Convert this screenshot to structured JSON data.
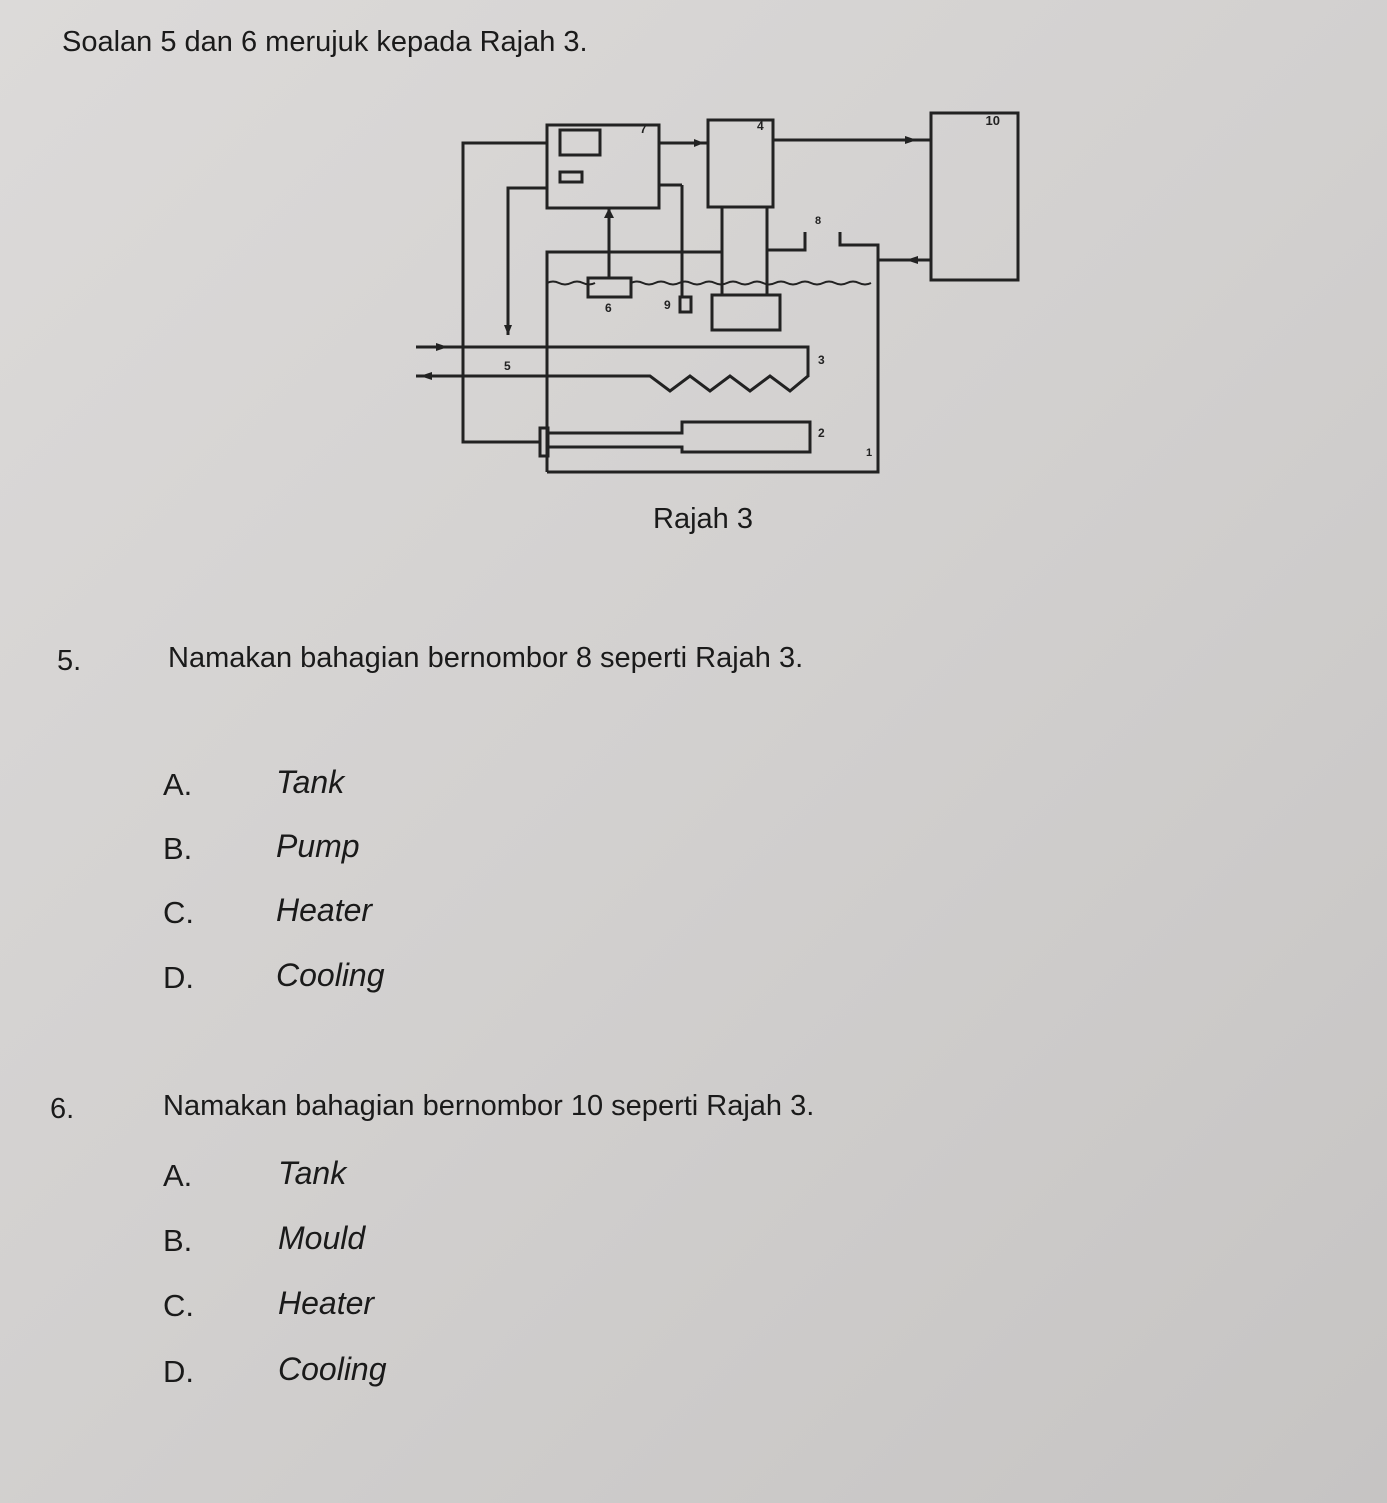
{
  "intro": "Soalan 5 dan 6 merujuk kepada Rajah 3.",
  "diagram": {
    "caption": "Rajah 3",
    "labels": [
      "1",
      "2",
      "3",
      "4",
      "5",
      "6",
      "7",
      "8",
      "9",
      "10"
    ]
  },
  "questions": [
    {
      "number": "5.",
      "text": "Namakan bahagian bernombor 8 seperti Rajah 3.",
      "options": [
        {
          "letter": "A.",
          "text": "Tank"
        },
        {
          "letter": "B.",
          "text": "Pump"
        },
        {
          "letter": "C.",
          "text": "Heater"
        },
        {
          "letter": "D.",
          "text": "Cooling"
        }
      ]
    },
    {
      "number": "6.",
      "text": "Namakan bahagian bernombor 10 seperti Rajah 3.",
      "options": [
        {
          "letter": "A.",
          "text": "Tank"
        },
        {
          "letter": "B.",
          "text": "Mould"
        },
        {
          "letter": "C.",
          "text": "Heater"
        },
        {
          "letter": "D.",
          "text": "Cooling"
        }
      ]
    }
  ]
}
